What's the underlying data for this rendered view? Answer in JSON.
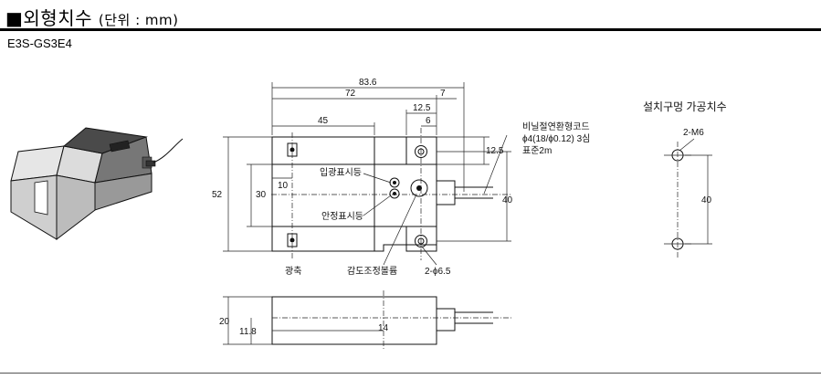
{
  "header": {
    "title_mark": "■",
    "title": "외형치수",
    "unit": "(단위 : mm)"
  },
  "model": "E3S-GS3E4",
  "dimensions": {
    "overall_width": "83.6",
    "body_width": "72",
    "cable_offset": "7",
    "hole_offset": "12.5",
    "hole_to_edge": "6",
    "slot_width": "45",
    "hole_vertical": "12.5",
    "hole_spacing_right": "40",
    "height": "52",
    "slot_height": "30",
    "lens_offset": "10",
    "side_height": "20",
    "side_center": "11.8",
    "side_offset": "14"
  },
  "labels": {
    "cable_line1": "비닐절연환형코드",
    "cable_line2": "ϕ4(18/ϕ0.12) 3심",
    "cable_line3": "표준2m",
    "input_indicator": "입광표시등",
    "stable_indicator": "안정표시등",
    "optical_axis": "광축",
    "sensitivity_volume": "감도조정볼륨",
    "holes": "2-ϕ6.5"
  },
  "mounting": {
    "title": "설치구멍 가공치수",
    "thread": "2-M6",
    "spacing": "40"
  }
}
